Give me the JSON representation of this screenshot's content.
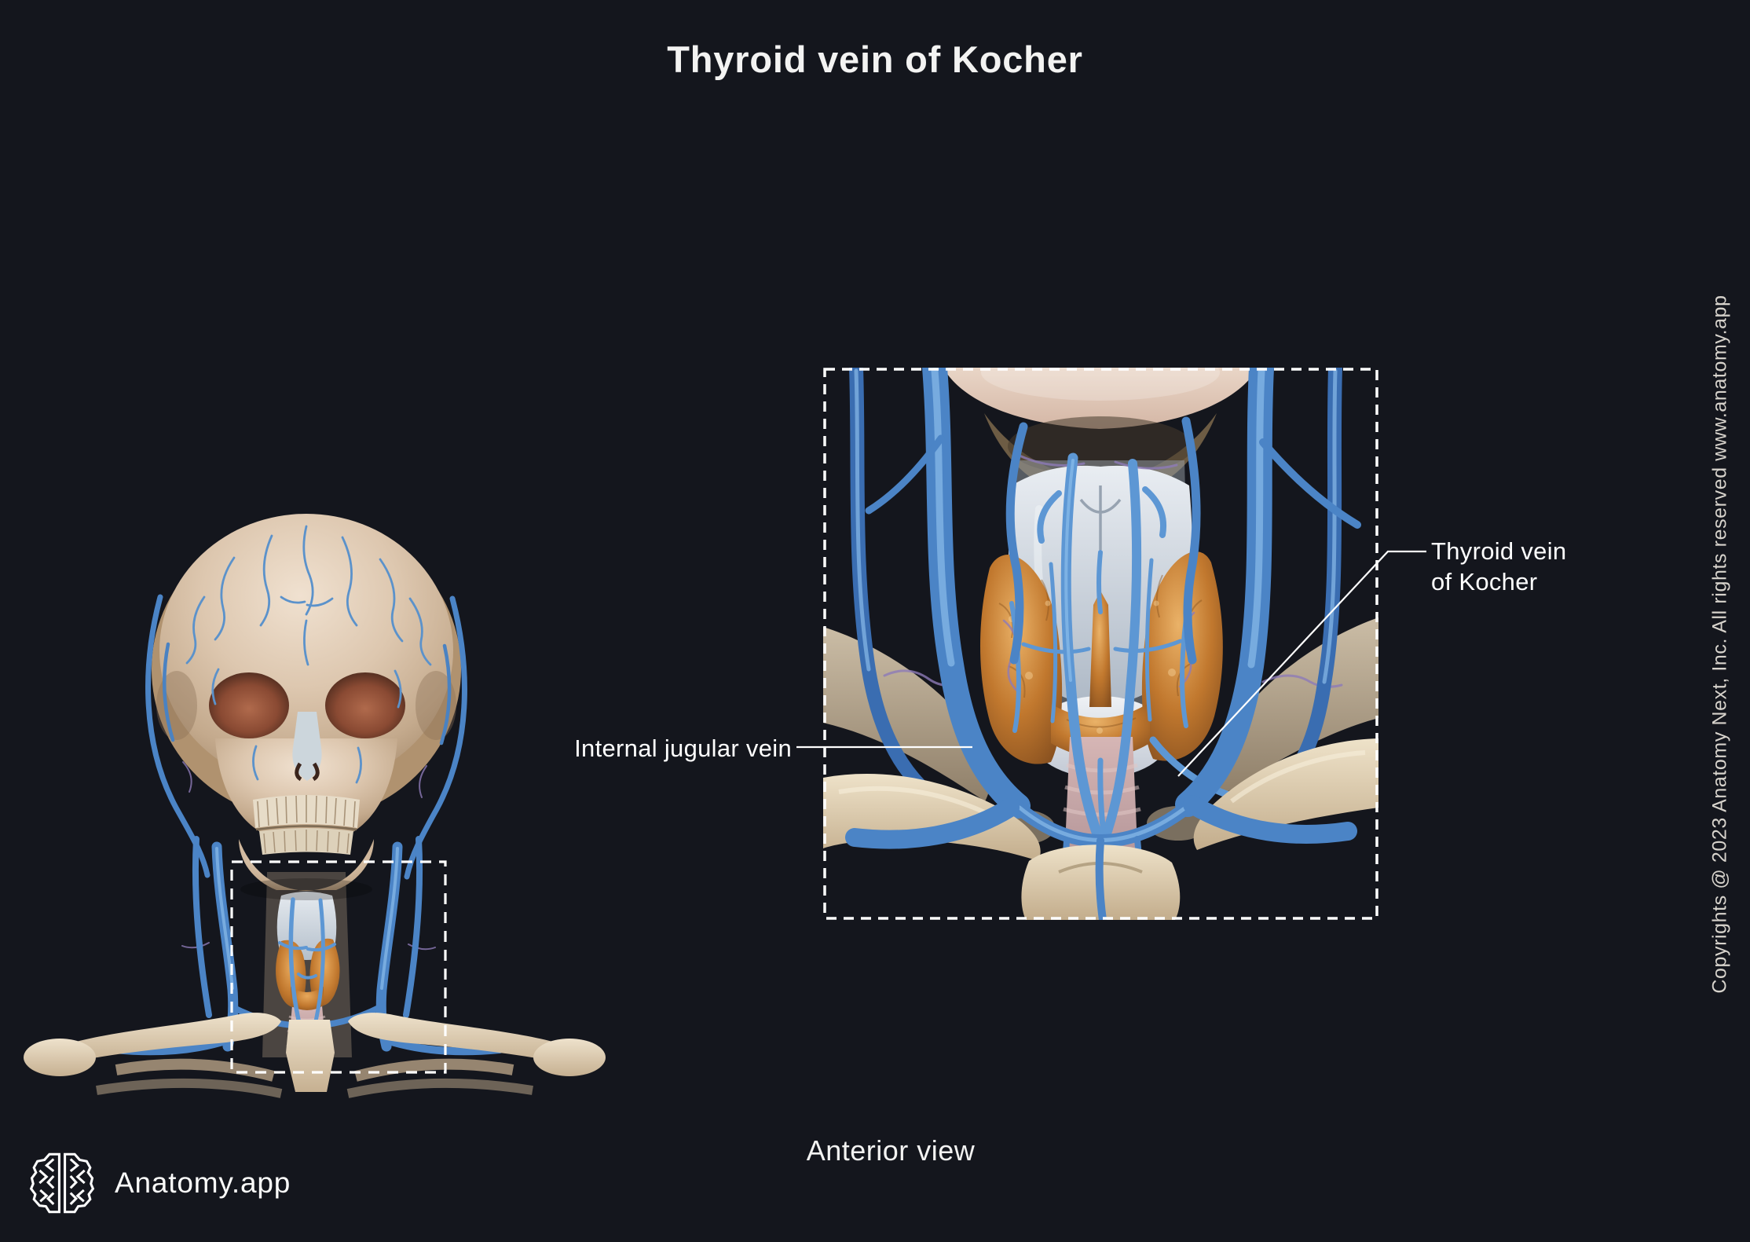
{
  "page": {
    "title": "Thyroid vein of Kocher",
    "view_label": "Anterior view",
    "copyright": "Copyrights @ 2023 Anatomy Next, Inc. All rights reserved www.anatomy.app",
    "brand": "Anatomy.app"
  },
  "annotations": {
    "internal_jugular": {
      "label": "Internal jugular vein"
    },
    "thyroid_vein_of_kocher": {
      "line1": "Thyroid vein",
      "line2": "of Kocher"
    }
  },
  "colors": {
    "background": "#14161d",
    "text_primary": "#f3f3f2",
    "copyright_text": "#d7d3cc",
    "leader_line": "#ffffff",
    "vein_blue": "#4b84c6",
    "vein_highlight": "#8fc0ec",
    "thyroid_orange": "#c1782e",
    "bone_beige": "#dcc6ae",
    "cartilage_gray": "#c3ccd6",
    "orbit_red": "#9c5a40"
  }
}
